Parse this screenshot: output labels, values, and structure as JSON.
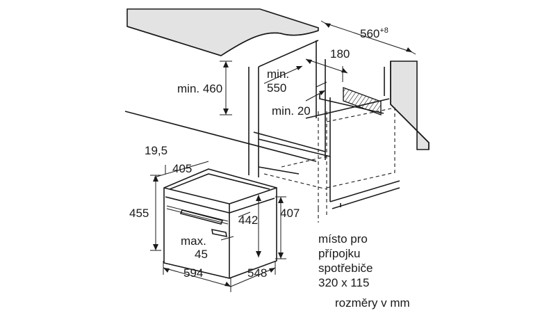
{
  "labels": {
    "dim_560": "560",
    "dim_560_sup": "+8",
    "dim_180": "180",
    "dim_min460": "min. 460",
    "dim_min550_a": "min.",
    "dim_min550_b": "550",
    "dim_min20": "min. 20",
    "dim_19_5": "19,5",
    "dim_405": "405",
    "dim_455": "455",
    "dim_442": "442",
    "dim_407": "407",
    "dim_max45_a": "max.",
    "dim_max45_b": "45",
    "dim_594": "594",
    "dim_548": "548",
    "note_1": "místo pro",
    "note_2": "přípojku",
    "note_3": "spotřebiče",
    "note_4": "320 x 115",
    "units": "rozměry v mm"
  }
}
